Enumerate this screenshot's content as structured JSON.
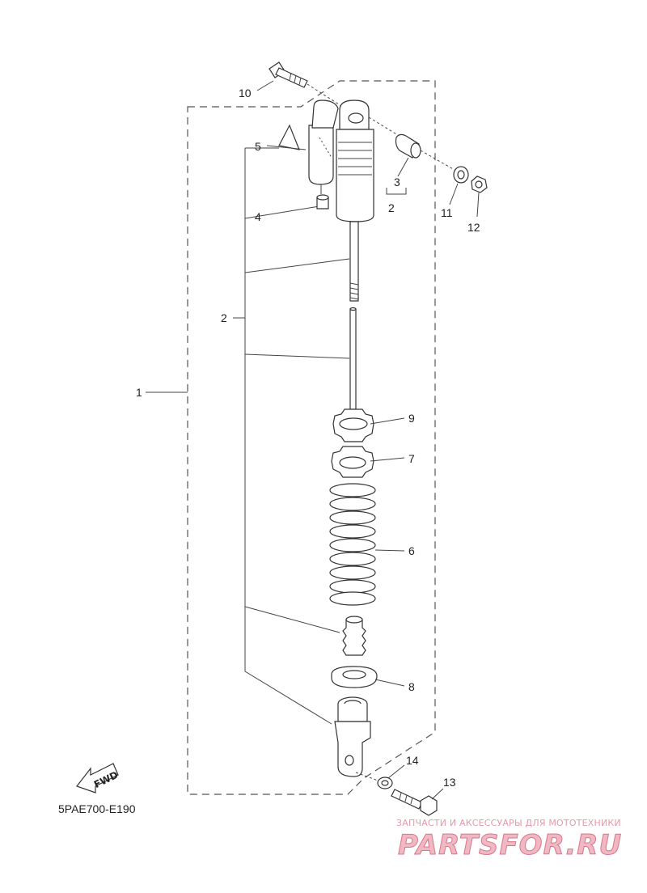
{
  "diagram": {
    "callouts": {
      "c1": "1",
      "c2a": "2",
      "c2b": "2",
      "c3": "3",
      "c4": "4",
      "c5": "5",
      "c6": "6",
      "c7": "7",
      "c8": "8",
      "c9": "9",
      "c10": "10",
      "c11": "11",
      "c12": "12",
      "c13": "13",
      "c14": "14"
    },
    "fwd_label": "FWD",
    "figure_code": "5PAE700-E190"
  },
  "watermark": {
    "tagline": "ЗАПЧАСТИ И АКСЕССУАРЫ ДЛЯ МОТОТЕХНИКИ",
    "brand": "PARTSFOR.RU"
  },
  "colors": {
    "line": "#333333",
    "watermark": "#e39aa8"
  }
}
